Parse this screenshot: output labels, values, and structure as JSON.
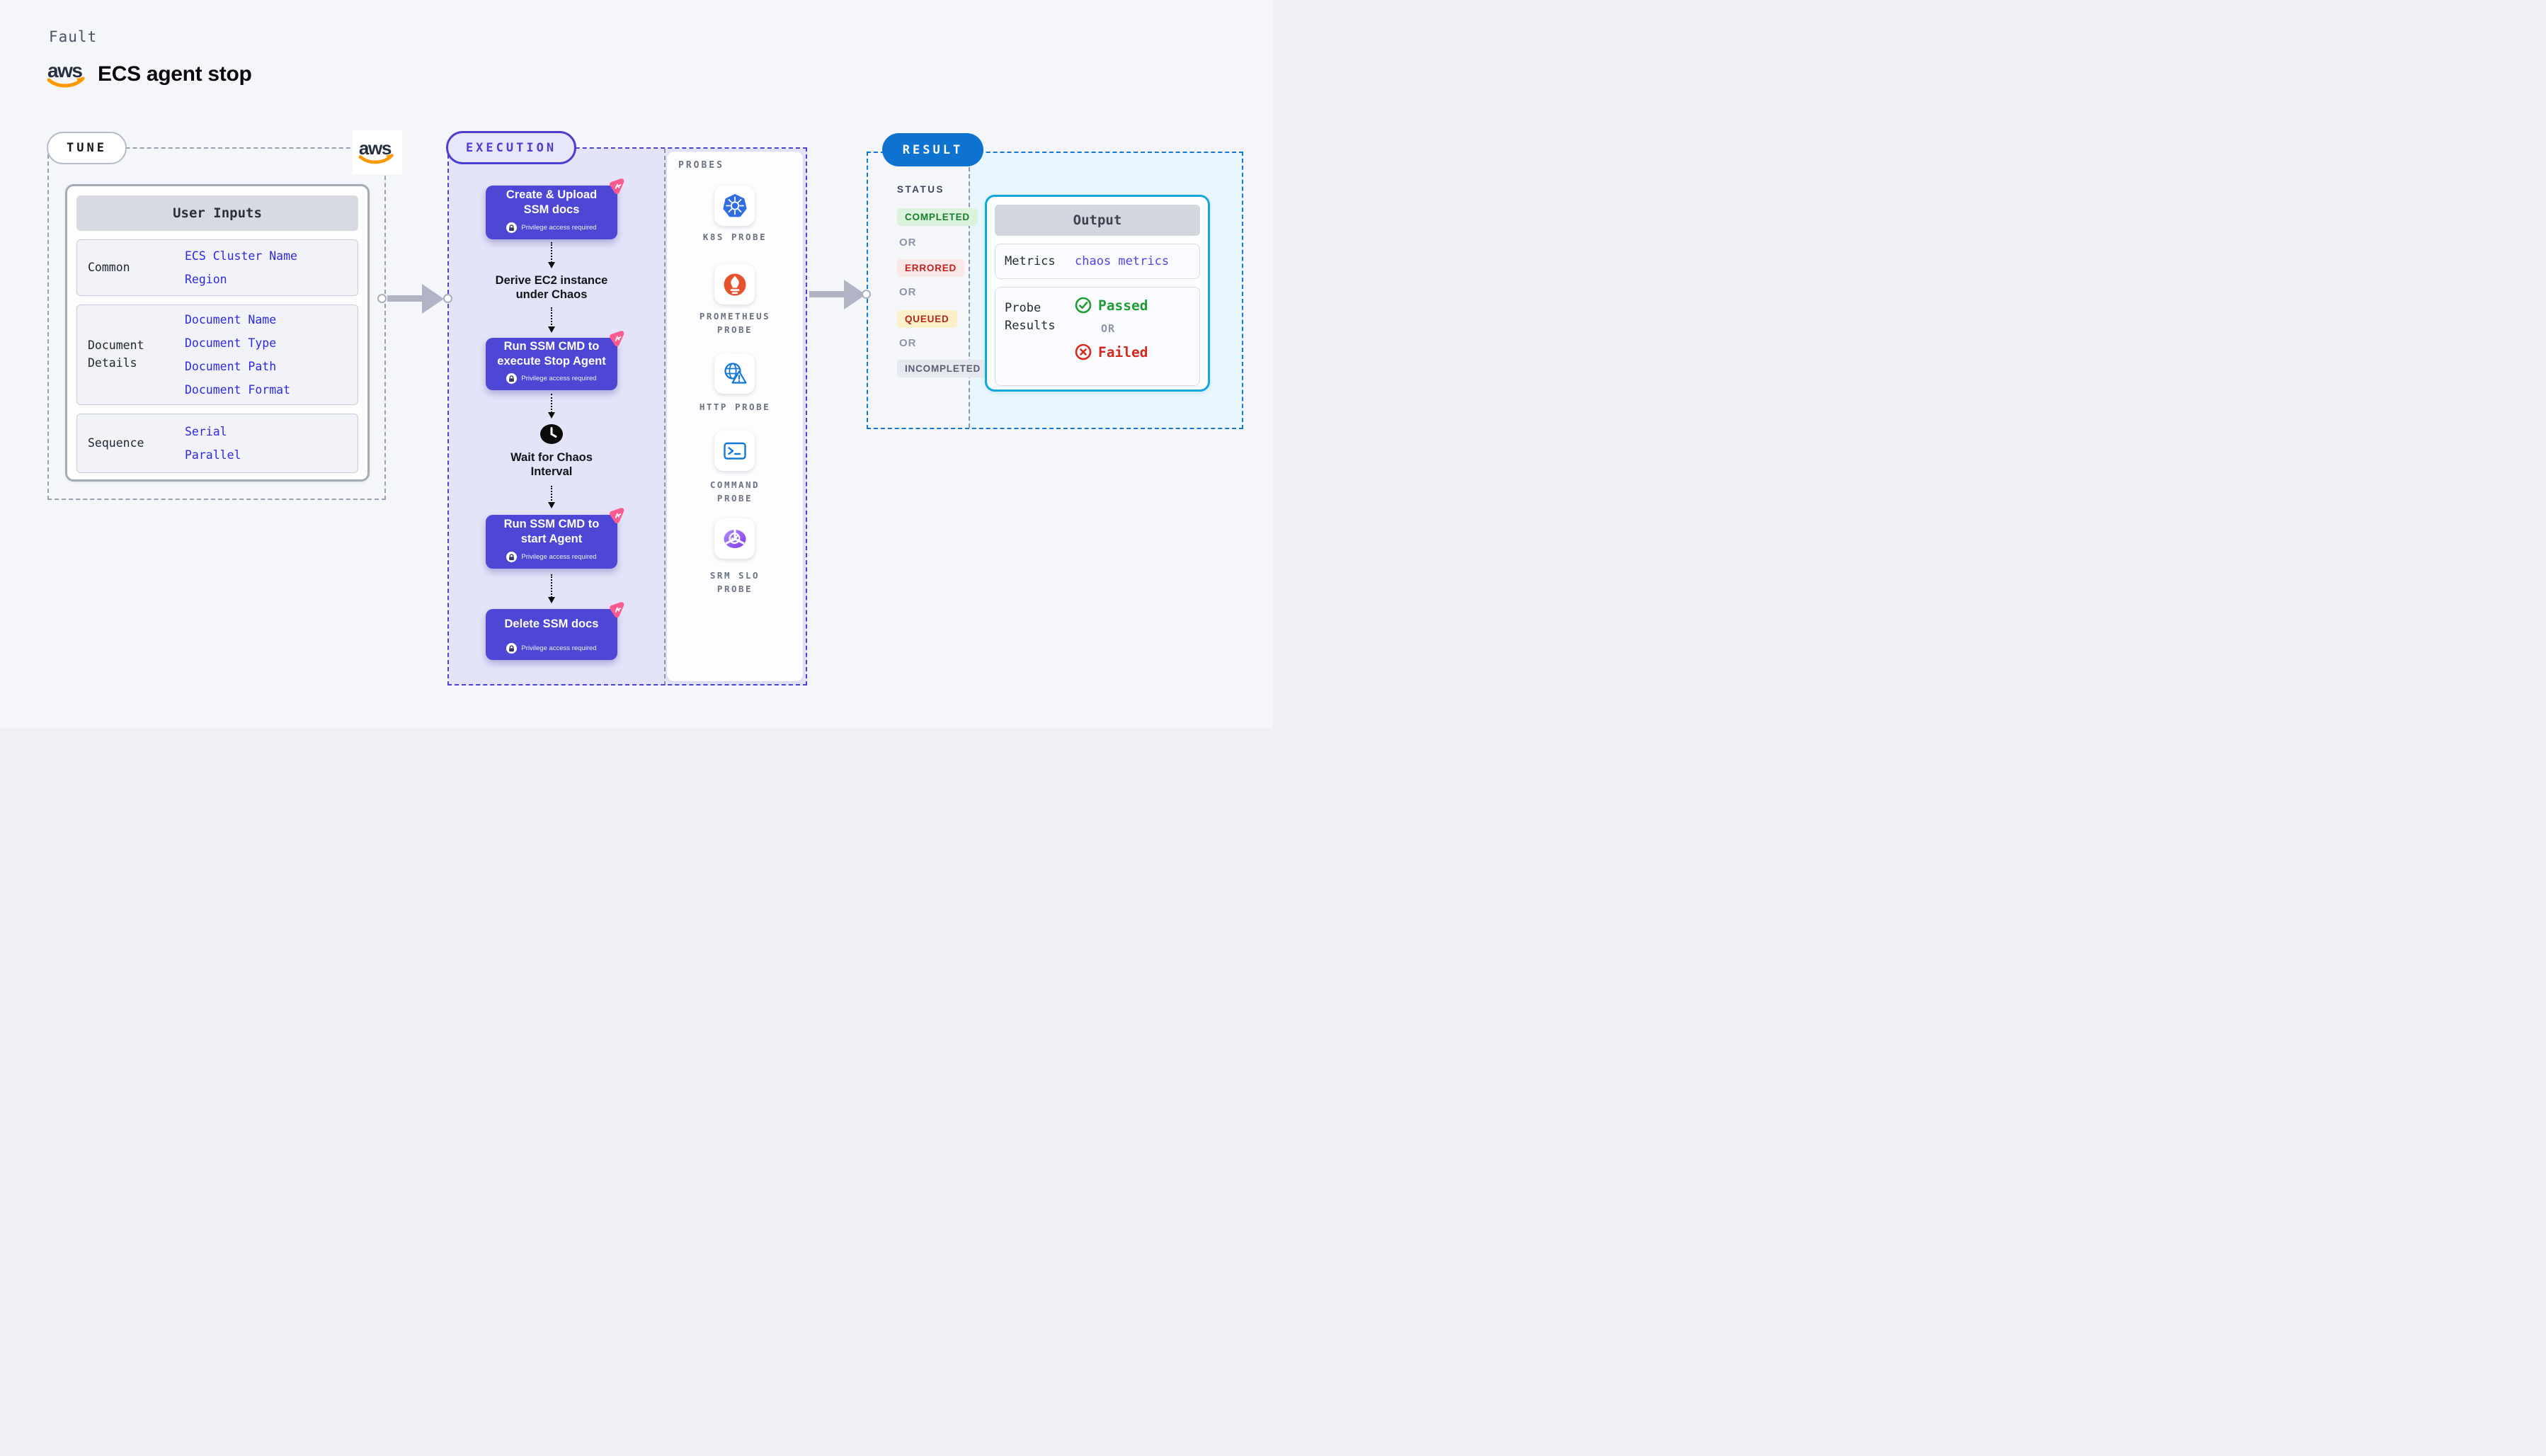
{
  "header": {
    "eyebrow": "Fault",
    "title": "ECS agent stop",
    "aws_logo_text": "aws"
  },
  "colors": {
    "accent_indigo": "#4a3fd0",
    "step_box_indigo": "#4e46d5",
    "chaos_pink": "#fb5b90",
    "aws_orange": "#ff9900",
    "aws_navy": "#252f3e",
    "result_blue": "#0e73d0",
    "output_border_cyan": "#13a7e0",
    "table_link_blue": "#2d2ae2",
    "metrics_link_indigo": "#4d44e6",
    "passed_green": "#1f9c33",
    "failed_red": "#d22b1e",
    "k8s_blue": "#326ce5",
    "prometheus_orange": "#e6522c",
    "probe_icon_blue": "#1478d4",
    "srm_purple": "#7c3aed",
    "execution_bg_lavender": "#e4e4f9",
    "result_panel_bg": "#e8f6fd"
  },
  "tune": {
    "badge": "TUNE",
    "user_inputs": {
      "header": "User Inputs",
      "rows": [
        {
          "label": "Common",
          "links": [
            "ECS Cluster Name",
            "Region"
          ]
        },
        {
          "label": "Document\nDetails",
          "links": [
            "Document Name",
            "Document Type",
            "Document Path",
            "Document Format"
          ]
        },
        {
          "label": "Sequence",
          "links": [
            "Serial",
            "Parallel"
          ]
        }
      ]
    }
  },
  "execution": {
    "badge": "EXECUTION",
    "steps": [
      {
        "title": "Create & Upload\nSSM docs",
        "note": "Privilege access required"
      },
      {
        "title": "Run SSM CMD to\nexecute Stop Agent",
        "note": "Privilege access required"
      },
      {
        "title": "Run SSM CMD to\nstart Agent",
        "note": "Privilege access required"
      },
      {
        "title": "Delete SSM docs",
        "note": "Privilege access required"
      }
    ],
    "derive_label": "Derive EC2 instance\nunder Chaos",
    "wait_label": "Wait for Chaos\nInterval",
    "probes": {
      "title": "PROBES",
      "items": [
        {
          "label": "K8S PROBE",
          "icon": "kubernetes-icon"
        },
        {
          "label": "PROMETHEUS\nPROBE",
          "icon": "prometheus-icon"
        },
        {
          "label": "HTTP PROBE",
          "icon": "http-globe-warning-icon"
        },
        {
          "label": "COMMAND\nPROBE",
          "icon": "terminal-icon"
        },
        {
          "label": "SRM SLO\nPROBE",
          "icon": "slo-pie-check-icon"
        }
      ]
    }
  },
  "result": {
    "badge": "RESULT",
    "status": {
      "title": "STATUS",
      "separator": "OR",
      "badges": [
        {
          "label": "COMPLETED",
          "bg": "#dbf2dc",
          "color": "#187f2b"
        },
        {
          "label": "ERRORED",
          "bg": "#fae8e8",
          "color": "#c4231d"
        },
        {
          "label": "QUEUED",
          "bg": "#fcf0ca",
          "color": "#b02a1b"
        },
        {
          "label": "INCOMPLETED",
          "bg": "#e6e8ef",
          "color": "#585e72"
        }
      ]
    },
    "output": {
      "header": "Output",
      "metrics_label": "Metrics",
      "metrics_link": "chaos metrics",
      "probe_results_label": "Probe\nResults",
      "passed_label": "Passed",
      "or_label": "OR",
      "failed_label": "Failed"
    }
  }
}
